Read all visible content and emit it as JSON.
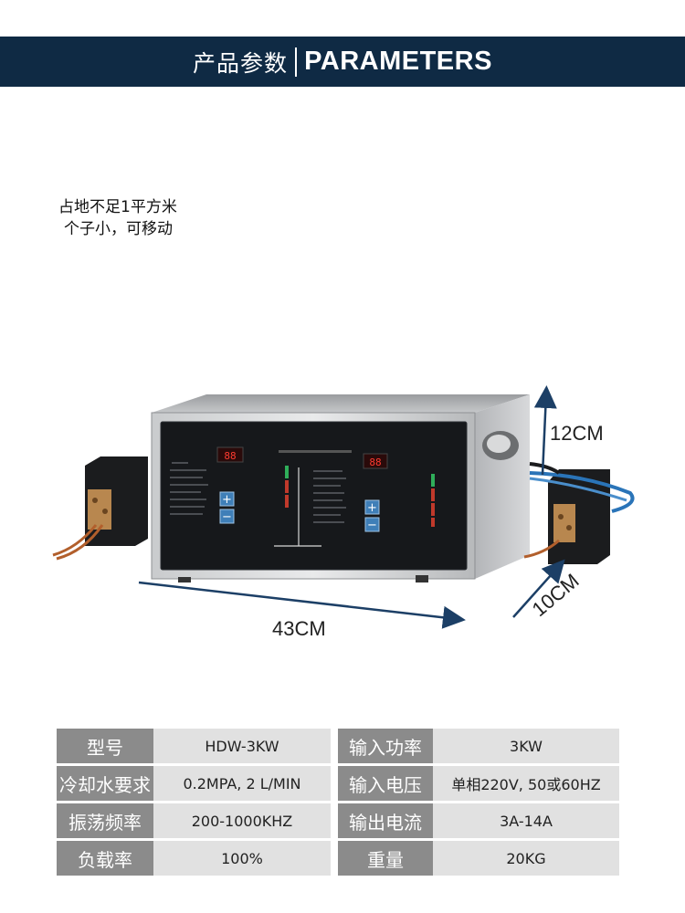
{
  "header": {
    "title_cn": "产品参数",
    "title_en": "PARAMETERS"
  },
  "features": [
    "占地不足1平方米",
    "个子小，可移动"
  ],
  "dimensions": {
    "height": "12CM",
    "width": "43CM",
    "depth": "10CM"
  },
  "specs": [
    [
      {
        "label": "型号",
        "value": "HDW-3KW"
      },
      {
        "label": "输入功率",
        "value": "3KW"
      }
    ],
    [
      {
        "label": "冷却水要求",
        "value": "0.2MPA, 2 L/MIN"
      },
      {
        "label": "输入电压",
        "value": "单相220V, 50或60HZ"
      }
    ],
    [
      {
        "label": "振荡频率",
        "value": "200-1000KHZ"
      },
      {
        "label": "输出电流",
        "value": "3A-14A"
      }
    ],
    [
      {
        "label": "负载率",
        "value": "100%"
      },
      {
        "label": "重量",
        "value": "20KG"
      }
    ]
  ],
  "colors": {
    "banner": "#0f2a44",
    "label_cell": "#8b8b8b",
    "value_cell": "#e1e1e1",
    "arrow": "#1c3f66"
  }
}
